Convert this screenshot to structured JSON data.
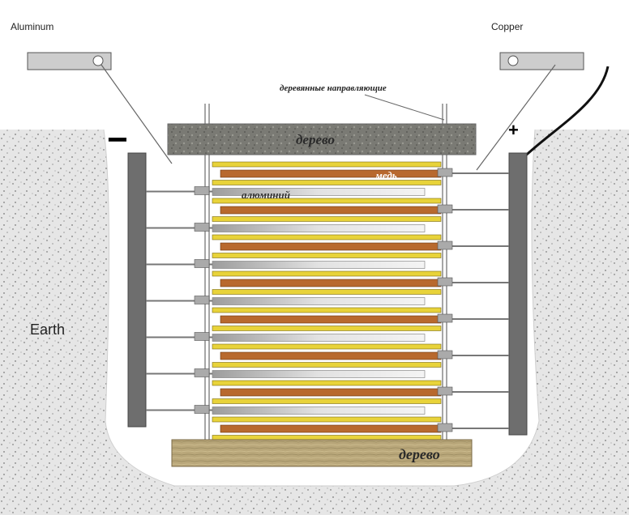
{
  "labels": {
    "aluminum": "Aluminum",
    "copper": "Copper",
    "earth": "Earth",
    "minus": "−",
    "plus": "+",
    "guides": "деревянные направляющие",
    "wood_top": "дерево",
    "wood_bottom": "дерево",
    "copper_plate": "медь",
    "aluminum_plate": "алюминий"
  },
  "colors": {
    "soil": "#e6e6e6",
    "aluminum_plate": "#d4d4d4",
    "copper_plate": "#b8692e",
    "separator": "#e8d33a",
    "electrode": "#6e6e6e",
    "wood_top": "#7a7a74",
    "wood_bottom": "#b9a77a"
  },
  "plates": [
    "copper",
    "aluminum",
    "copper",
    "aluminum",
    "copper",
    "aluminum",
    "copper",
    "aluminum",
    "copper",
    "aluminum",
    "copper",
    "aluminum",
    "copper",
    "aluminum",
    "copper"
  ]
}
